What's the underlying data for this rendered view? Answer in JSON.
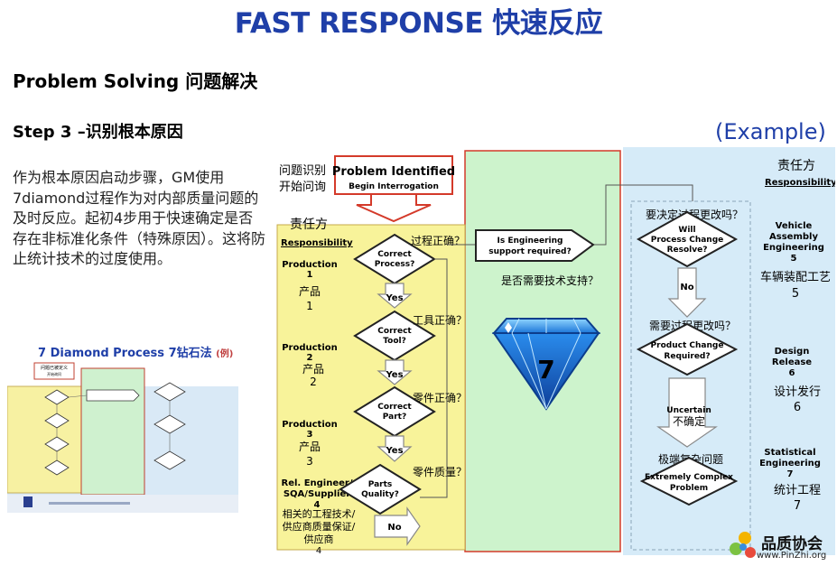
{
  "title": "FAST RESPONSE 快速反应",
  "heading1": "Problem Solving 问题解决",
  "heading2": "Step 3 –识别根本原因",
  "paragraph": "作为根本原因启动步骤，GM使用7diamond过程作为对内部质量问题的及时反应。起初4步用于快速确定是否存在非标准化条件（特殊原因）。这将防止统计技术的过度使用。",
  "example_label": "(Example)",
  "thumbnail": {
    "title": "7 Diamond Process",
    "title_cn": "7钻石法",
    "title_suffix": "(例)",
    "box_label": "问题已被定义",
    "box_sublabel": "开始询问"
  },
  "diagram": {
    "problem_box": {
      "title": "Problem Identified",
      "subtitle": "Begin Interrogation",
      "cn_line1": "问题识别",
      "cn_line2": "开始问询"
    },
    "left_panel": {
      "resp_cn": "责任方",
      "resp_en": "Responsibility",
      "rows": [
        {
          "en_line1": "Production",
          "num": "1",
          "cn": "产品",
          "cn_num": "1"
        },
        {
          "en_line1": "Production",
          "num": "2",
          "cn": "产品",
          "cn_num": "2"
        },
        {
          "en_line1": "Production",
          "num": "3",
          "cn": "产品",
          "cn_num": "3"
        },
        {
          "en_line1": "Rel. Engineer/",
          "en_line2": "SQA/Supplier",
          "num": "4",
          "cn_line1": "相关的工程技术/",
          "cn_line2": "供应商质量保证/",
          "cn_line3": "供应商",
          "cn_num": "4"
        }
      ]
    },
    "diamonds_left": [
      {
        "line1": "Correct",
        "line2": "Process?",
        "cn": "过程正确？"
      },
      {
        "line1": "Correct",
        "line2": "Tool?",
        "cn": "工具正确？"
      },
      {
        "line1": "Correct",
        "line2": "Part?",
        "cn": "零件正确？"
      },
      {
        "line1": "Parts",
        "line2": "Quality?",
        "cn": "零件质量？"
      }
    ],
    "yes_label": "Yes",
    "no_label": "No",
    "middle": {
      "line1": "Is Engineering",
      "line2": "support required?",
      "cn": "是否需要技术支持？",
      "gem_number": "7"
    },
    "right_panel": {
      "resp_cn": "责任方",
      "resp_en": "Responsibility",
      "d5": {
        "line1": "Will",
        "line2": "Process Change",
        "line3": "Resolve?",
        "cn": "要决定过程更改吗？"
      },
      "no_label": "No",
      "d6": {
        "line1": "Product Change",
        "line2": "Required?",
        "cn": "需要过程更改吗？"
      },
      "uncertain": "Uncertain",
      "uncertain_cn": "不确定",
      "d7": {
        "line1": "Extremely Complex",
        "line2": "Problem",
        "cn": "极端复杂问题"
      },
      "roles": [
        {
          "line1": "Vehicle",
          "line2": "Assembly",
          "line3": "Engineering",
          "num": "5",
          "cn": "车辆装配工艺",
          "cn_num": "5"
        },
        {
          "line1": "Design",
          "line2": "Release",
          "num": "6",
          "cn": "设计发行",
          "cn_num": "6"
        },
        {
          "line1": "Statistical",
          "line2": "Engineering",
          "num": "7",
          "cn": "统计工程",
          "cn_num": "7"
        }
      ]
    }
  },
  "logo": {
    "text": "品质协会",
    "url": "www.PinZhi.org"
  },
  "colors": {
    "title_blue": "#1f3fa8",
    "yellow": "#f8f39a",
    "green": "#cdf3cc",
    "blue": "#d6ebf8",
    "red": "#d43a2a"
  }
}
